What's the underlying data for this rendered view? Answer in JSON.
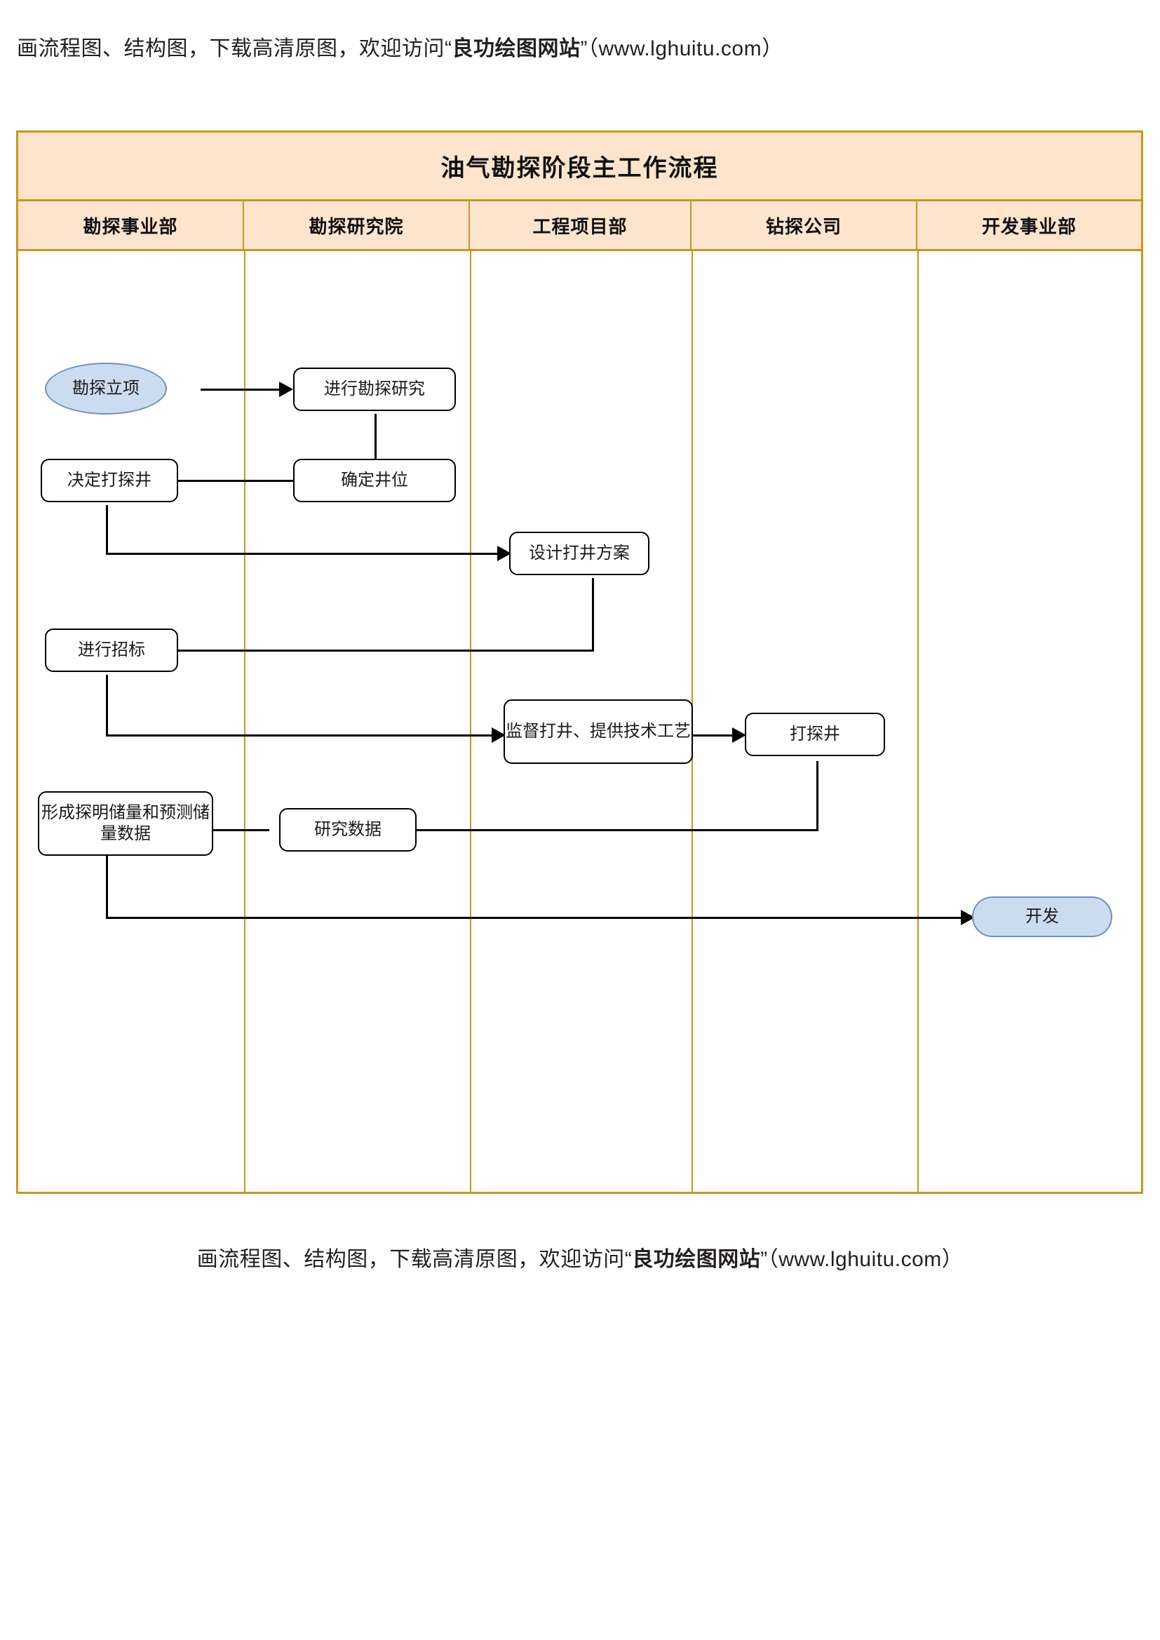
{
  "promo": {
    "prefix": "画流程图、结构图，下载高清原图，欢迎访问“",
    "brand": "良功绘图网站",
    "suffix": "”（www.lghuitu.com）"
  },
  "chart": {
    "title": "油气勘探阶段主工作流程",
    "lanes": [
      {
        "id": "lane-exploration-division",
        "label": "勘探事业部"
      },
      {
        "id": "lane-exploration-institute",
        "label": "勘探研究院"
      },
      {
        "id": "lane-engineering-project",
        "label": "工程项目部"
      },
      {
        "id": "lane-drilling-company",
        "label": "钻探公司"
      },
      {
        "id": "lane-development-division",
        "label": "开发事业部"
      }
    ],
    "nodes": [
      {
        "id": "node-exploration-project",
        "label": "勘探立项",
        "shape": "ellipse",
        "lane": 0
      },
      {
        "id": "node-exploration-study",
        "label": "进行勘探研究",
        "shape": "process",
        "lane": 1
      },
      {
        "id": "node-decide-well",
        "label": "决定打探井",
        "shape": "process",
        "lane": 0
      },
      {
        "id": "node-confirm-well-site",
        "label": "确定井位",
        "shape": "process",
        "lane": 1
      },
      {
        "id": "node-design-plan",
        "label": "设计打井方案",
        "shape": "process",
        "lane": 2
      },
      {
        "id": "node-bidding",
        "label": "进行招标",
        "shape": "process",
        "lane": 0
      },
      {
        "id": "node-supervise-drilling",
        "label": "监督打井、提供技术工艺",
        "shape": "process",
        "lane": 2
      },
      {
        "id": "node-drill-well",
        "label": "打探井",
        "shape": "process",
        "lane": 3
      },
      {
        "id": "node-reserve-data",
        "label": "形成探明储量和预测储量数据",
        "shape": "process",
        "lane": 0
      },
      {
        "id": "node-research-data",
        "label": "研究数据",
        "shape": "process",
        "lane": 1
      },
      {
        "id": "node-development",
        "label": "开发",
        "shape": "terminator",
        "lane": 4
      }
    ],
    "colors": {
      "frame_border": "#c8971c",
      "header_fill": "#fce4cd",
      "terminator_fill": "#ccdcf0",
      "terminator_border": "#6f8fbe",
      "node_border": "#000000",
      "connector": "#000000"
    }
  }
}
